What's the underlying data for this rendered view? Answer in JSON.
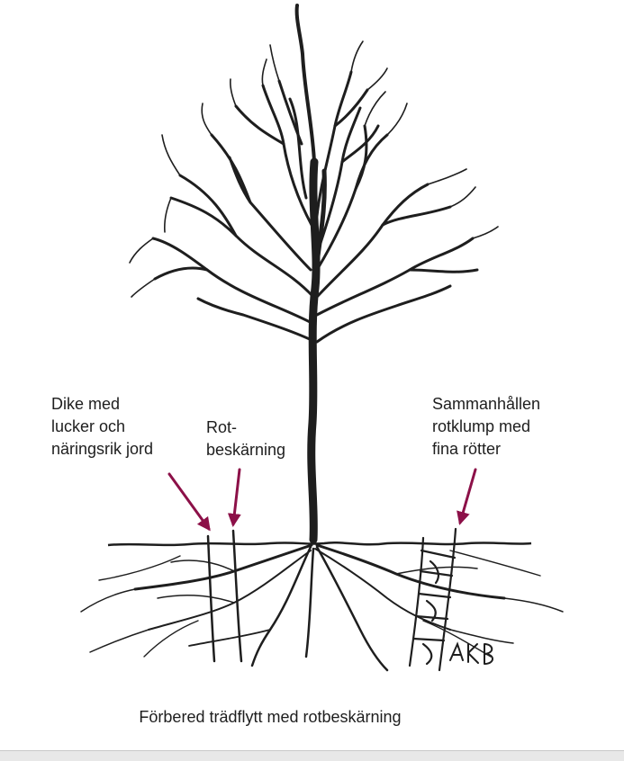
{
  "labels": {
    "ditch": [
      "Dike med",
      "lucker och",
      "näringsrik jord"
    ],
    "root_pruning": [
      "Rot-",
      "beskärning"
    ],
    "root_ball": [
      "Sammanhållen",
      "rotklump med",
      "fina rötter"
    ]
  },
  "caption": "Förbered trädflytt med rotbeskärning",
  "signature": "AKB",
  "colors": {
    "ink": "#1e1e1e",
    "arrow": "#8c1048"
  }
}
